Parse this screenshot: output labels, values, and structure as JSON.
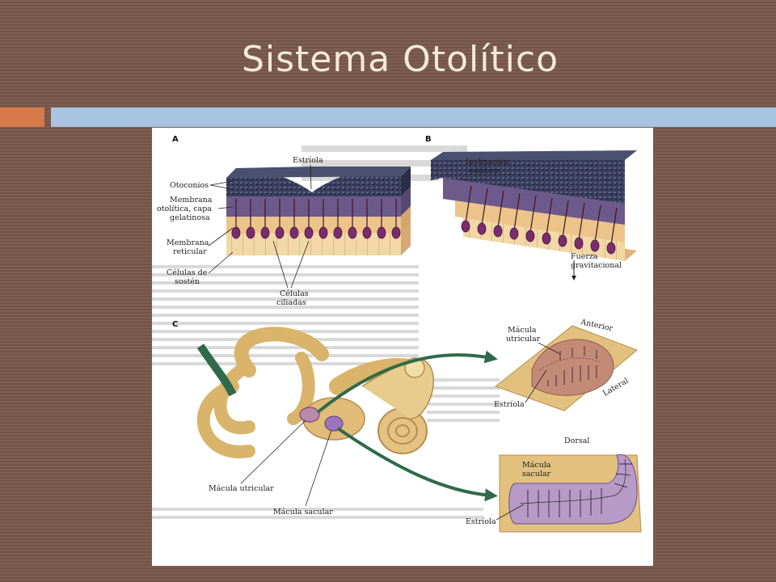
{
  "slide": {
    "title": "Sistema Otolítico"
  },
  "figure": {
    "panel_a": {
      "letter": "A",
      "labels": {
        "estriola": "Estríola",
        "otoconios": "Otoconios",
        "membrana_otolitica_1": "Membrana",
        "membrana_otolitica_2": "otolítica, capa",
        "membrana_otolitica_3": "gelatinosa",
        "membrana_reticular_1": "Membrana",
        "membrana_reticular_2": "reticular",
        "celulas_sosten_1": "Células de",
        "celulas_sosten_2": "sostén",
        "celulas_ciliadas_1": "Células",
        "celulas_ciliadas_2": "ciliadas"
      }
    },
    "panel_b": {
      "letter": "B",
      "labels": {
        "inclinacion_1": "Inclinación",
        "inclinacion_2": "estática",
        "fuerza_1": "Fuerza",
        "fuerza_2": "gravitacional"
      }
    },
    "panel_c": {
      "letter": "C",
      "labels": {
        "macula_utricular": "Mácula utricular",
        "macula_sacular": "Mácula sacular",
        "anterior": "Anterior",
        "macula_utricular_inset_1": "Mácula",
        "macula_utricular_inset_2": "utricular",
        "estriola_utricle": "Estríola",
        "lateral": "Lateral",
        "dorsal": "Dorsal",
        "macula_sacular_inset_1": "Mácula",
        "macula_sacular_inset_2": "sacular",
        "estriola_saccule": "Estríola"
      }
    }
  },
  "colors": {
    "background": "#7a5a4b",
    "title": "#f5ead8",
    "accent_orange": "#d77a4a",
    "accent_blue": "#a9c4e0",
    "otoconia": "#3b3f5e",
    "membrane": "#6d5a8a",
    "hair_cell": "#7b2c6e",
    "support_cell": "#f1d8a6",
    "labyrinth": "#d9b46a",
    "arrow_green": "#2f6a4a",
    "utricle_macula": "#c48a78",
    "saccule_macula": "#b79ac6"
  }
}
